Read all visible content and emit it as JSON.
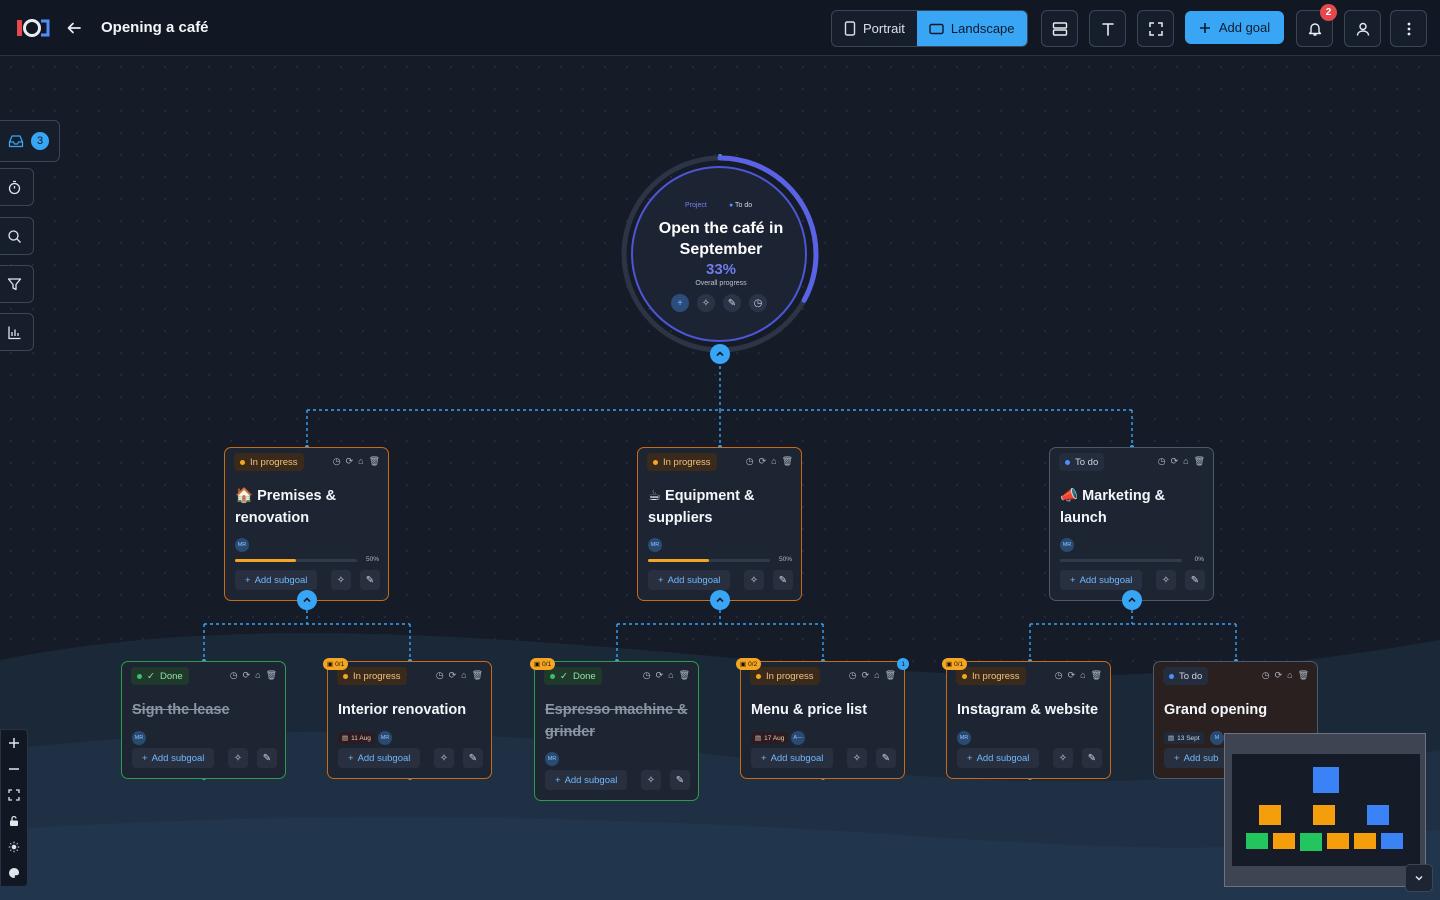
{
  "header": {
    "title": "Opening a café",
    "view_portrait": "Portrait",
    "view_landscape": "Landscape",
    "add_goal": "Add goal",
    "notifications_count": "2"
  },
  "left_toolbar": {
    "inbox_count": "3"
  },
  "root": {
    "tag_type": "Project",
    "tag_status": "To do",
    "title": "Open the café in September",
    "progress_text": "33%",
    "progress_value": 0.33,
    "caption": "Overall progress"
  },
  "goals": [
    {
      "status": "In progress",
      "title": "🏠 Premises & renovation",
      "avatar": "MR",
      "progress_text": "50%",
      "progress_value": 0.5,
      "add_subgoal": "Add subgoal"
    },
    {
      "status": "In progress",
      "title": "☕ Equipment & suppliers",
      "avatar": "MR",
      "progress_text": "50%",
      "progress_value": 0.5,
      "add_subgoal": "Add subgoal"
    },
    {
      "status": "To do",
      "title": "📣 Marketing & launch",
      "avatar": "MR",
      "progress_text": "0%",
      "progress_value": 0,
      "add_subgoal": "Add subgoal"
    }
  ],
  "subgoals": [
    {
      "status": "Done",
      "title": "Sign the lease",
      "avatar": "MR",
      "add_subgoal": "Add subgoal"
    },
    {
      "status": "In progress",
      "counter": "0/1",
      "title": "Interior renovation",
      "date": "11 Aug",
      "avatar": "MR",
      "add_subgoal": "Add subgoal"
    },
    {
      "status": "Done",
      "counter": "0/1",
      "title": "Espresso machine & grinder",
      "avatar": "MR",
      "add_subgoal": "Add subgoal"
    },
    {
      "status": "In progress",
      "counter": "0/2",
      "comment": "1",
      "title": "Menu & price list",
      "date": "17 Aug",
      "avatar": "A—",
      "add_subgoal": "Add subgoal"
    },
    {
      "status": "In progress",
      "counter": "0/1",
      "title": "Instagram & website",
      "avatar": "MR",
      "add_subgoal": "Add subgoal"
    },
    {
      "status": "To do",
      "title": "Grand opening",
      "date": "13 Sept",
      "avatar": "M",
      "add_subgoal": "Add sub"
    }
  ],
  "colors": {
    "accent": "#38a5f5",
    "in_progress": "#f5a524",
    "done": "#38c068",
    "todo": "#4f8ff7",
    "root_ring": "#4d56d6",
    "background": "#151b27"
  },
  "icons": [
    "back-arrow-icon",
    "portrait-icon",
    "landscape-icon",
    "layout-icon",
    "text-icon",
    "fullscreen-icon",
    "plus-icon",
    "bell-icon",
    "user-icon",
    "more-vertical-icon",
    "inbox-icon",
    "timer-icon",
    "search-icon",
    "filter-icon",
    "chart-icon",
    "zoom-in-icon",
    "zoom-out-icon",
    "fit-view-icon",
    "lock-icon",
    "theme-icon",
    "chevron-up-icon",
    "magic-wand-icon",
    "pencil-icon",
    "trash-icon",
    "link-icon",
    "calendar-icon",
    "check-icon"
  ]
}
